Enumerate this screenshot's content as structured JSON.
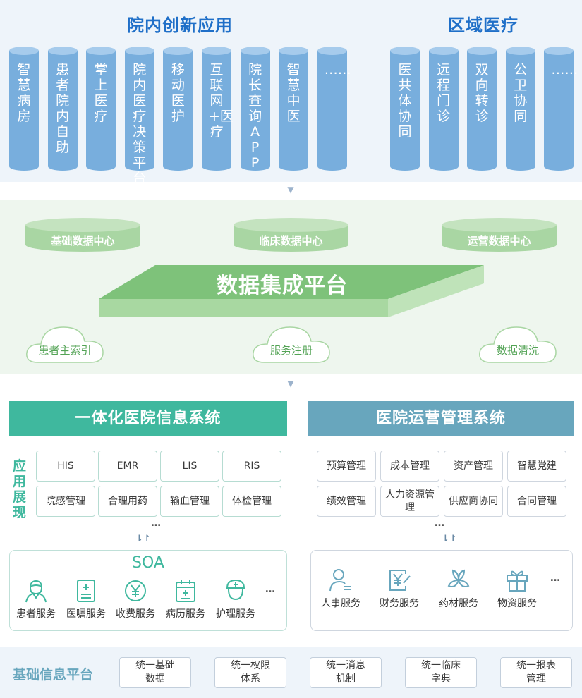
{
  "top": {
    "left_title": "院内创新应用",
    "right_title": "区域医疗",
    "left_columns": [
      "智慧病房",
      "患者院内自助",
      "掌上医疗",
      "院内医疗决策平台",
      "移动医护",
      "互联网+医疗",
      "院长查询APP",
      "智慧中医",
      "……"
    ],
    "right_columns": [
      "医共体协同",
      "远程门诊",
      "双向转诊",
      "公卫协同",
      "……"
    ]
  },
  "middle": {
    "data_centers": [
      "基础数据中心",
      "临床数据中心",
      "运营数据中心"
    ],
    "platform": "数据集成平台",
    "clouds": [
      "患者主索引",
      "服务注册",
      "数据清洗"
    ]
  },
  "left_panel": {
    "title": "一体化医院信息系统",
    "side_label": "应用展现",
    "apps": [
      "HIS",
      "EMR",
      "LIS",
      "RIS",
      "院感管理",
      "合理用药",
      "输血管理",
      "体检管理"
    ],
    "ellipsis": "…",
    "soa_title": "SOA",
    "services": [
      {
        "label": "患者服务",
        "icon": "nurse-icon"
      },
      {
        "label": "医嘱服务",
        "icon": "clipboard-icon"
      },
      {
        "label": "收费服务",
        "icon": "yen-coin-icon"
      },
      {
        "label": "病历服务",
        "icon": "calendar-record-icon"
      },
      {
        "label": "护理服务",
        "icon": "nurse-cap-icon"
      }
    ],
    "services_more": "…"
  },
  "right_panel": {
    "title": "医院运营管理系统",
    "apps": [
      "预算管理",
      "成本管理",
      "资产管理",
      "智慧党建",
      "绩效管理",
      "人力资源管理",
      "供应商协同",
      "合同管理"
    ],
    "ellipsis": "…",
    "services": [
      {
        "label": "人事服务",
        "icon": "person-list-icon"
      },
      {
        "label": "财务服务",
        "icon": "finance-icon"
      },
      {
        "label": "药材服务",
        "icon": "herb-leaf-icon"
      },
      {
        "label": "物资服务",
        "icon": "gift-box-icon"
      }
    ],
    "services_more": "…"
  },
  "bottom": {
    "label": "基础信息平台",
    "items": [
      "统一基础数据",
      "统一权限体系",
      "统一消息机制",
      "统一临床字典",
      "统一报表管理"
    ]
  },
  "colors": {
    "blue_title": "#1f6fc8",
    "column_blue": "#78aedd",
    "green_cylinder": "#a9d6a3",
    "teal_bar": "#3fb89e",
    "steel_bar": "#68a6bd"
  }
}
